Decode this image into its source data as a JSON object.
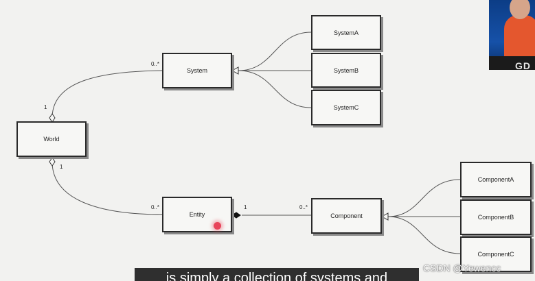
{
  "diagram": {
    "boxes": {
      "world": "World",
      "system": "System",
      "system_a": "SystemA",
      "system_b": "SystemB",
      "system_c": "SystemC",
      "entity": "Entity",
      "component": "Component",
      "component_a": "ComponentA",
      "component_b": "ComponentB",
      "component_c": "ComponentC"
    },
    "multiplicities": {
      "world_system_world_end": "1",
      "world_system_system_end": "0..*",
      "world_entity_world_end": "1",
      "world_entity_entity_end": "0..*",
      "entity_component_entity_end": "1",
      "entity_component_component_end": "0..*"
    }
  },
  "overlay": {
    "watermark": "CSDN @Yewencc",
    "subtitle": "is simply a collection of systems and",
    "presenter_logo": "GD"
  },
  "colors": {
    "background": "#f2f2f0",
    "box_border": "#2a2a2a",
    "connector": "#555555",
    "cursor": "#e8445a"
  }
}
